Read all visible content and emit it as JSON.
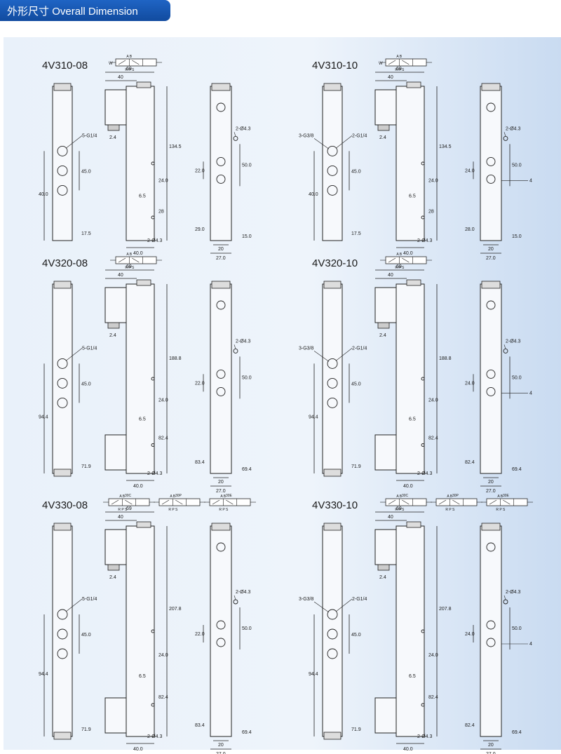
{
  "header": {
    "title_cn": "外形尺寸",
    "title_en": "Overall Dimension"
  },
  "models": [
    {
      "id": "4V310-08",
      "symbol": {
        "ports_top": "A B",
        "ports_bottom": "R P S",
        "left_label": "W"
      },
      "labels": {
        "port_front": "5-G1/4",
        "hole": "2-Ø4.3",
        "hole2": "2-Ø4.3"
      },
      "dims": {
        "width_overall": "69",
        "width_top": "40",
        "width_bottom": "40.0",
        "height_total": "134.5",
        "edge": "2.4",
        "pitch": "45.0",
        "left_h": "40.0",
        "low_h": "17.5",
        "off": "6.5",
        "mid": "24.0",
        "mid2": "28",
        "side_pitch": "22.0",
        "side_low": "29.0",
        "side_h": "50.0",
        "side_bot": "15.0",
        "side_w1": "20",
        "side_w2": "27.0"
      }
    },
    {
      "id": "4V310-10",
      "symbol": {
        "ports_top": "A B",
        "ports_bottom": "R P S",
        "left_label": "W"
      },
      "labels": {
        "port_side": "3-G3/8",
        "port_front": "2-G1/4",
        "hole": "2-Ø4.3",
        "hole2": "2-Ø4.3",
        "four": "4"
      },
      "dims": {
        "width_overall": "69",
        "width_top": "40",
        "width_bottom": "40.0",
        "height_total": "134.5",
        "edge": "2.4",
        "pitch": "45.0",
        "left_h": "40.0",
        "low_h": "17.5",
        "off": "6.5",
        "mid": "24.0",
        "mid2": "28",
        "side_pitch": "24.0",
        "side_low": "28.0",
        "side_h": "50.0",
        "side_bot": "15.0",
        "side_w1": "20",
        "side_w2": "27.0"
      }
    },
    {
      "id": "4V320-08",
      "symbol": {
        "ports_top": "A B",
        "ports_bottom": "R P S"
      },
      "labels": {
        "port_front": "5-G1/4",
        "hole": "2-Ø4.3",
        "hole2": "2-Ø4.3"
      },
      "dims": {
        "width_overall": "69",
        "width_top": "40",
        "width_bottom": "40.0",
        "height_total": "188.8",
        "edge": "2.4",
        "pitch": "45.0",
        "left_h": "94.4",
        "low_h": "71.9",
        "off": "6.5",
        "mid": "24.0",
        "mid2": "82.4",
        "side_pitch": "22.0",
        "side_low": "83.4",
        "side_h": "50.0",
        "side_bot": "69.4",
        "side_w1": "20",
        "side_w2": "27.0"
      }
    },
    {
      "id": "4V320-10",
      "symbol": {
        "ports_top": "A B",
        "ports_bottom": "R P S"
      },
      "labels": {
        "port_side": "3-G3/8",
        "port_front": "2-G1/4",
        "hole": "2-Ø4.3",
        "hole2": "2-Ø4.3",
        "four": "4"
      },
      "dims": {
        "width_overall": "69",
        "width_top": "40",
        "width_bottom": "40.0",
        "height_total": "188.8",
        "edge": "2.4",
        "pitch": "45.0",
        "left_h": "94.4",
        "low_h": "71.9",
        "off": "6.5",
        "mid": "24.0",
        "mid2": "82.4",
        "side_pitch": "24.0",
        "side_low": "82.4",
        "side_h": "50.0",
        "side_bot": "69.4",
        "side_w1": "20",
        "side_w2": "27.0"
      }
    },
    {
      "id": "4V330-08",
      "symbols3": [
        {
          "name": "30C",
          "ports_top": "A B",
          "ports_bottom": "R P S"
        },
        {
          "name": "30P",
          "ports_top": "A B",
          "ports_bottom": "R P S"
        },
        {
          "name": "30E",
          "ports_top": "A B",
          "ports_bottom": "R P S"
        }
      ],
      "labels": {
        "port_front": "5-G1/4",
        "hole": "2-Ø4.3",
        "hole2": "2-Ø4.3"
      },
      "dims": {
        "width_overall": "69",
        "width_top": "40",
        "width_bottom": "40.0",
        "height_total": "207.8",
        "edge": "2.4",
        "pitch": "45.0",
        "left_h": "94.4",
        "low_h": "71.9",
        "off": "6.5",
        "mid": "24.0",
        "mid2": "82.4",
        "side_pitch": "22.0",
        "side_low": "83.4",
        "side_h": "50.0",
        "side_bot": "69.4",
        "side_w1": "20",
        "side_w2": "27.0"
      }
    },
    {
      "id": "4V330-10",
      "symbols3": [
        {
          "name": "30C",
          "ports_top": "A B",
          "ports_bottom": "R P S"
        },
        {
          "name": "30P",
          "ports_top": "A B",
          "ports_bottom": "R P S"
        },
        {
          "name": "30E",
          "ports_top": "A B",
          "ports_bottom": "R P S"
        }
      ],
      "labels": {
        "port_side": "3-G3/8",
        "port_front": "2-G1/4",
        "hole": "2-Ø4.3",
        "hole2": "2-Ø4.3",
        "four": "4"
      },
      "dims": {
        "width_overall": "69",
        "width_top": "40",
        "width_bottom": "40.0",
        "height_total": "207.8",
        "edge": "2.4",
        "pitch": "45.0",
        "left_h": "94.4",
        "low_h": "71.9",
        "off": "6.5",
        "mid": "24.0",
        "mid2": "82.4",
        "side_pitch": "24.0",
        "side_low": "82.4",
        "side_h": "50.0",
        "side_bot": "69.4",
        "side_w1": "20",
        "side_w2": "27.0"
      }
    }
  ]
}
